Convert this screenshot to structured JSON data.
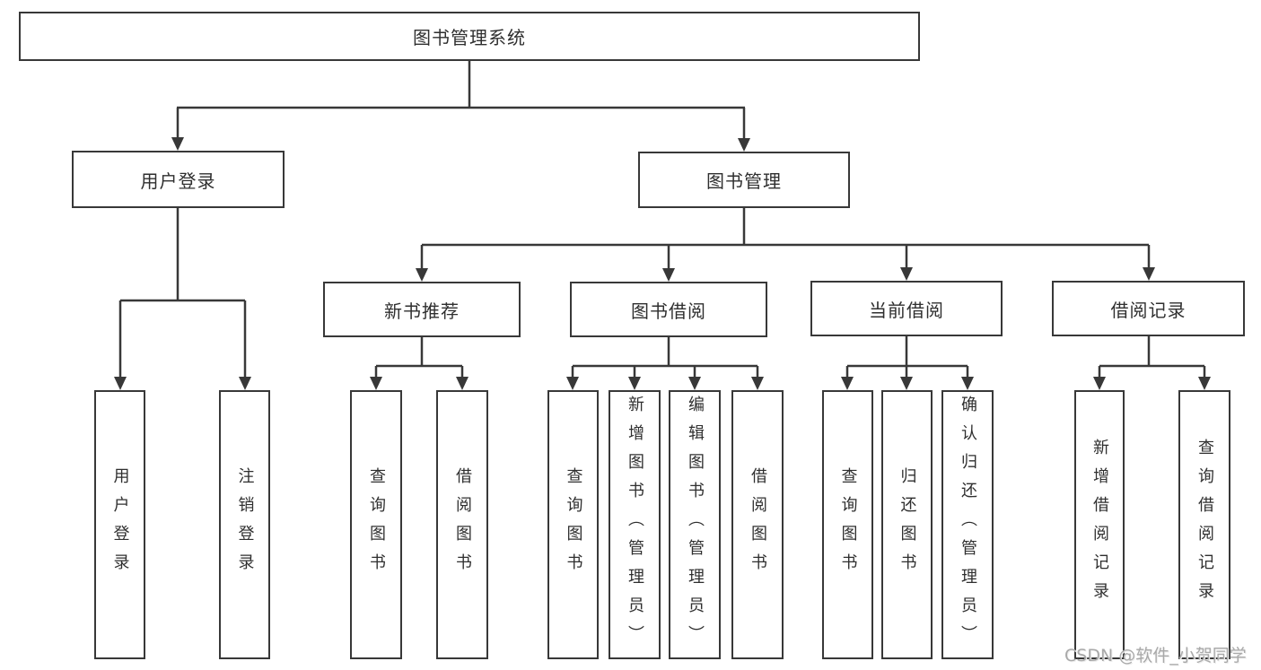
{
  "tree": {
    "root": {
      "label": "图书管理系统"
    },
    "branches": [
      {
        "label": "用户登录",
        "leaves": [
          "用户登录",
          "注销登录"
        ]
      },
      {
        "label": "图书管理",
        "groups": [
          {
            "label": "新书推荐",
            "leaves": [
              "查询图书",
              "借阅图书"
            ]
          },
          {
            "label": "图书借阅",
            "leaves": [
              "查询图书",
              "新增图书（管理员）",
              "编辑图书（管理员）",
              "借阅图书"
            ]
          },
          {
            "label": "当前借阅",
            "leaves": [
              "查询图书",
              "归还图书",
              "确认归还（管理员）"
            ]
          },
          {
            "label": "借阅记录",
            "leaves": [
              "新增借阅记录",
              "查询借阅记录"
            ]
          }
        ]
      }
    ]
  },
  "watermark": "CSDN @软件_小贺同学",
  "colors": {
    "line": "#383838",
    "text": "#2f2f2f",
    "watermark": "#a9a9a9",
    "background": "#ffffff"
  }
}
